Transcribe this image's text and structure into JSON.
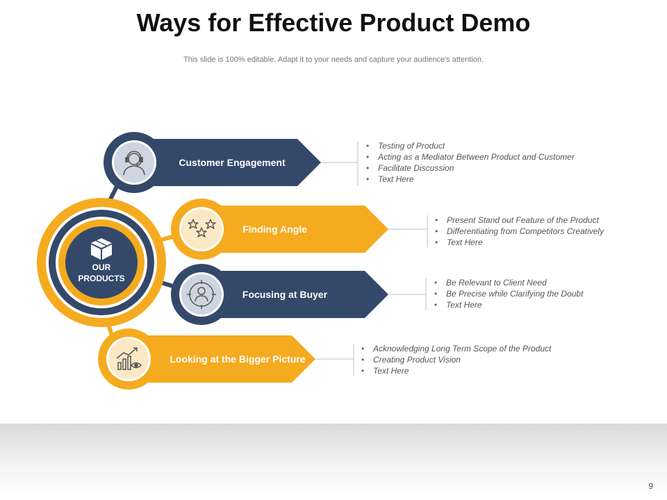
{
  "title": "Ways for Effective Product Demo",
  "subtitle": "This slide is 100% editable. Adapt it to your needs and capture your audience's attention.",
  "center": {
    "line1": "OUR",
    "line2": "PRODUCTS",
    "icon": "box-icon"
  },
  "colors": {
    "navy": "#34496a",
    "yellow": "#f5ab1f",
    "cream": "#fbe8c5",
    "light_blue": "#cdd5e1"
  },
  "items": [
    {
      "label": "Customer Engagement",
      "icon": "headset-person-icon",
      "bullets": [
        "Testing of Product",
        "Acting as a Mediator  Between  Product and Customer",
        "Facilitate Discussion",
        "Text Here"
      ]
    },
    {
      "label": "Finding Angle",
      "icon": "stars-icon",
      "bullets": [
        "Present Stand out Feature  of the Product",
        "Differentiating from Competitors Creatively",
        "Text Here"
      ]
    },
    {
      "label": "Focusing at Buyer",
      "icon": "target-person-icon",
      "bullets": [
        "Be Relevant  to Client  Need",
        "Be Precise while  Clarifying  the Doubt",
        "Text Here"
      ]
    },
    {
      "label": "Looking at the Bigger Picture",
      "icon": "growth-chart-eye-icon",
      "bullets": [
        "Acknowledging  Long Term Scope of the Product",
        "Creating  Product Vision",
        "Text Here"
      ]
    }
  ],
  "page_number": "9"
}
